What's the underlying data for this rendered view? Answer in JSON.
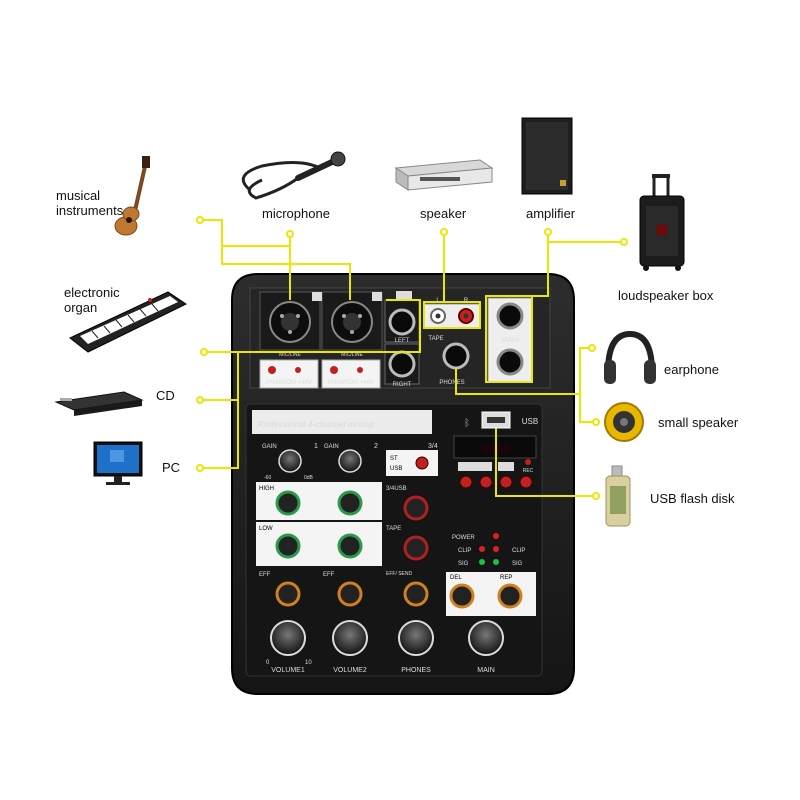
{
  "labels": {
    "musical_instruments": "musical\ninstruments",
    "microphone": "microphone",
    "speaker": "speaker",
    "amplifier": "amplifier",
    "electronic_organ": "electronic\norgan",
    "loudspeaker_box": "loudspeaker box",
    "cd": "CD",
    "pc": "PC",
    "earphone": "earphone",
    "small_speaker": "small speaker",
    "usb_flash_disk": "USB flash disk"
  },
  "mixer": {
    "title": "Professional 4-channel mixing",
    "ch1": "1",
    "ch2": "2",
    "ch34": "3/4",
    "mic_line_1": "MIC/LINE",
    "mic_line_2": "MIC/LINE",
    "phantom_1": "PHANTOM +48V",
    "phantom_2": "PHANTOM +48V",
    "left": "LEFT",
    "right": "RIGHT",
    "tape": "TAPE",
    "phones": "PHONES",
    "main": "MAIN",
    "lr_l": "L",
    "lr_r": "R",
    "usb": "USB",
    "gain": "GAIN",
    "gain_scale_lo": "-60",
    "gain_scale_hi": "0dB",
    "high": "HIGH",
    "low": "LOW",
    "eff": "EFF",
    "eff_send": "EFF/\nSEND",
    "st_usb_top": "ST",
    "st_usb_bot": "USB",
    "ch34usb": "3/4USB",
    "tape_knob": "TAPE",
    "power": "POWER",
    "clip": "CLIP",
    "sig": "SIG",
    "del": "DEL",
    "rep": "REP",
    "rec": "REC",
    "mp3_btn": "MP3/BT",
    "usb_btn": "USB",
    "volume1": "VOLUME1",
    "volume2": "VOLUME2",
    "phones_knob": "PHONES",
    "main_knob": "MAIN",
    "vol_scale_lo": "0",
    "vol_scale_hi": "10"
  },
  "colors": {
    "wire": "#e8e800",
    "mixer_body": "#1c1c1c",
    "panel": "#2a2a2a",
    "knob_green": "#2a9a4a",
    "knob_red": "#b02020",
    "knob_orange": "#d08020"
  }
}
